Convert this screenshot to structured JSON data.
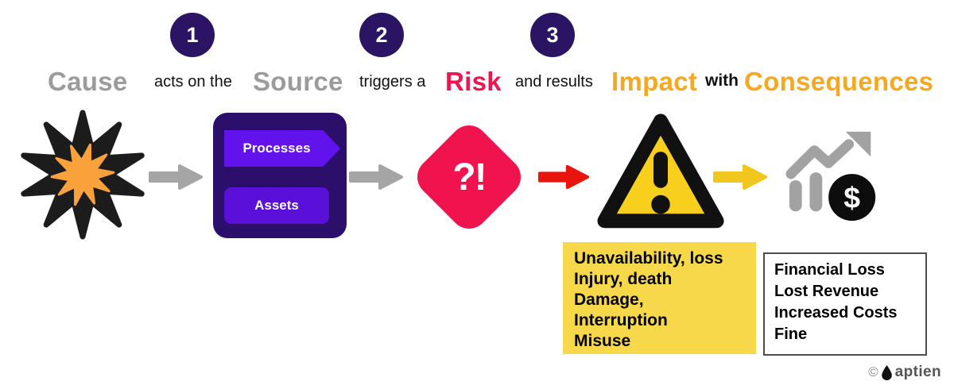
{
  "steps": [
    {
      "number": "1"
    },
    {
      "number": "2"
    },
    {
      "number": "3"
    }
  ],
  "header": {
    "cause": "Cause",
    "acts": "acts on the",
    "source": "Source",
    "triggers": "triggers a",
    "risk": "Risk",
    "results": "and results",
    "impact": "Impact",
    "with": "with",
    "consequences": "Consequences"
  },
  "source_box": {
    "items": [
      {
        "label": "Processes"
      },
      {
        "label": "Assets"
      }
    ]
  },
  "risk": {
    "symbol": "?!"
  },
  "impact_panel": {
    "lines": [
      "Unavailability, loss",
      "Injury, death",
      "Damage,",
      "Interruption",
      "Misuse"
    ]
  },
  "consequences_panel": {
    "lines": [
      "Financial Loss",
      "Lost Revenue",
      "Increased Costs",
      "Fine"
    ]
  },
  "footer": {
    "copyright": "©",
    "brand": "aptien"
  },
  "colors": {
    "step_circle": "#2b1464",
    "muted_label": "#9b9b9b",
    "risk_text": "#ef1550",
    "impact_text": "#f7a821",
    "arrow_gray": "#a5a5a5",
    "arrow_red": "#e8150f",
    "arrow_yellow": "#f2c71d",
    "source_box": "#2c0e6b",
    "source_banner": "#6212ea",
    "risk_diamond": "#f0134d",
    "warning_fill": "#f8cf1c",
    "impact_panel": "#f6d84a",
    "burst_center": "#f9a23c"
  }
}
